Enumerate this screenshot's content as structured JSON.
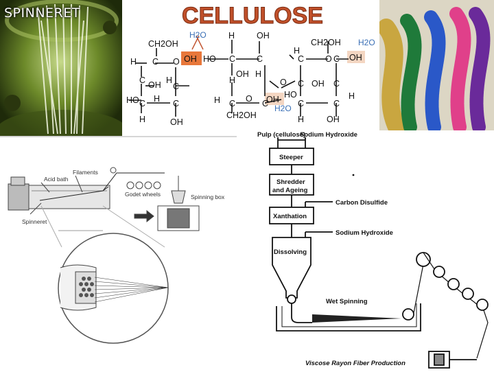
{
  "spinneret_photo": {
    "label": "SPINNERET"
  },
  "cellulose": {
    "title": "CELLULOSE",
    "title_color": "#c0502a",
    "highlight_color": "#e8773a",
    "water_color": "#3a6fb5",
    "atoms": {
      "ch2oh_1": "CH2OH",
      "ch2oh_2": "CH2OH",
      "ch2oh_3": "CH2OH",
      "oh_highlight": "OH",
      "oh_faded_1": "OH",
      "oh_faded_2": "OH",
      "ho_1": "HO",
      "ho_2": "HO",
      "ho_3": "HO",
      "water_1": "H2O",
      "water_2": "H2O",
      "water_3": "H2O",
      "oh_generic": "OH",
      "h": "H",
      "c": "C",
      "o": "O"
    }
  },
  "spin_diagram": {
    "labels": {
      "acid_bath": "Acid bath",
      "filaments": "Filaments",
      "godet_wheels": "Godet wheels",
      "spinning_box": "Spinning box",
      "spinneret": "Spinneret"
    }
  },
  "process": {
    "inputs": {
      "pulp": "Pulp (cellulose)",
      "naoh_top": "Sodium Hydroxide",
      "cs2": "Carbon Disulfide",
      "naoh_mid": "Sodium Hydroxide"
    },
    "steps": {
      "steeper": "Steeper",
      "shredder_1": "Shredder",
      "shredder_2": "and Ageing",
      "xanthation": "Xanthation",
      "dissolving": "Dissolving",
      "wet_spinning": "Wet Spinning"
    },
    "caption": "Viscose Rayon Fiber Production"
  },
  "yarn_colors": [
    "#c9a640",
    "#1f7a3a",
    "#2a58c8",
    "#e0408a",
    "#6a2a9a"
  ]
}
